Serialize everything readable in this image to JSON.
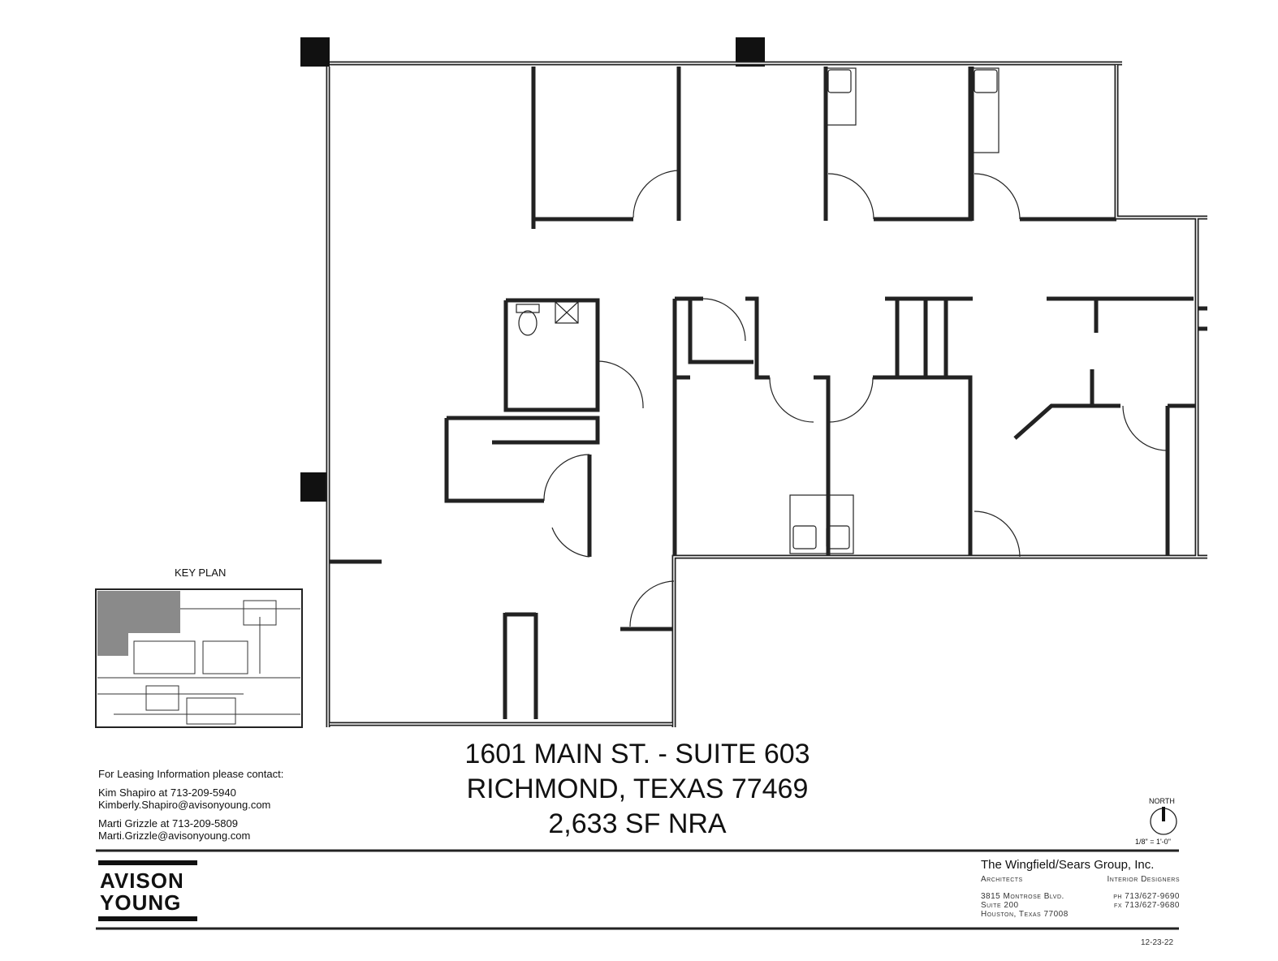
{
  "title": {
    "line1": "1601 MAIN ST. - SUITE 603",
    "line2": "RICHMOND, TEXAS 77469",
    "line3": "2,633 SF NRA"
  },
  "key_plan": {
    "label": "KEY PLAN",
    "highlight_color": "#8a8a8a"
  },
  "contact": {
    "heading": "For Leasing Information please contact:",
    "agents": [
      {
        "line": "Kim Shapiro at 713-209-5940",
        "email": "Kimberly.Shapiro@avisonyoung.com"
      },
      {
        "line": "Marti Grizzle at 713-209-5809",
        "email": "Marti.Grizzle@avisonyoung.com"
      }
    ]
  },
  "logo": {
    "line1": "AVISON",
    "line2": "YOUNG"
  },
  "north": {
    "label": "NORTH",
    "scale": "1/8\" = 1'-0\""
  },
  "firm": {
    "name": "The Wingfield/Sears Group, Inc.",
    "role_left": "Architects",
    "role_right": "Interior Designers",
    "address1": "3815 Montrose Blvd.",
    "address2": "Suite 200",
    "address3": "Houston, Texas 77008",
    "phone": "ph 713/627-9690",
    "fax": "fx 713/627-9680"
  },
  "date": "12-23-22"
}
